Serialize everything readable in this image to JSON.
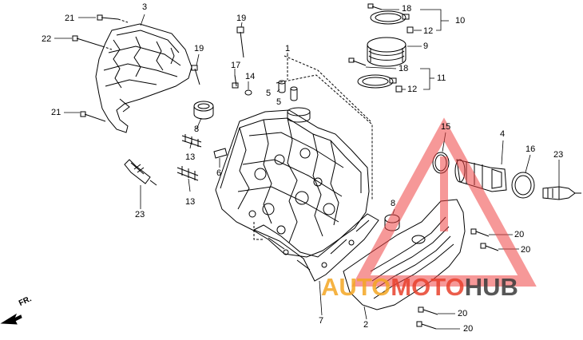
{
  "callouts": {
    "n1": "1",
    "n2": "2",
    "n3": "3",
    "n4": "4",
    "n5a": "5",
    "n5b": "5",
    "n6": "6",
    "n7": "7",
    "n8a": "8",
    "n8b": "8",
    "n9": "9",
    "n10": "10",
    "n11": "11",
    "n12a": "12",
    "n12b": "12",
    "n13a": "13",
    "n13b": "13",
    "n14": "14",
    "n15": "15",
    "n16": "16",
    "n17": "17",
    "n18a": "18",
    "n18b": "18",
    "n19a": "19",
    "n19b": "19",
    "n20a": "20",
    "n20b": "20",
    "n20c": "20",
    "n20d": "20",
    "n21a": "21",
    "n21b": "21",
    "n22": "22",
    "n23a": "23",
    "n23b": "23"
  },
  "direction_marker": "FR.",
  "watermark": {
    "part1": "AUTO",
    "part2": "MOTO",
    "part3": "HUB",
    "colors": {
      "auto": "#f4a623",
      "moto": "#e8412c",
      "hub": "#3a3a3a",
      "triangle": "#ef4444"
    }
  }
}
